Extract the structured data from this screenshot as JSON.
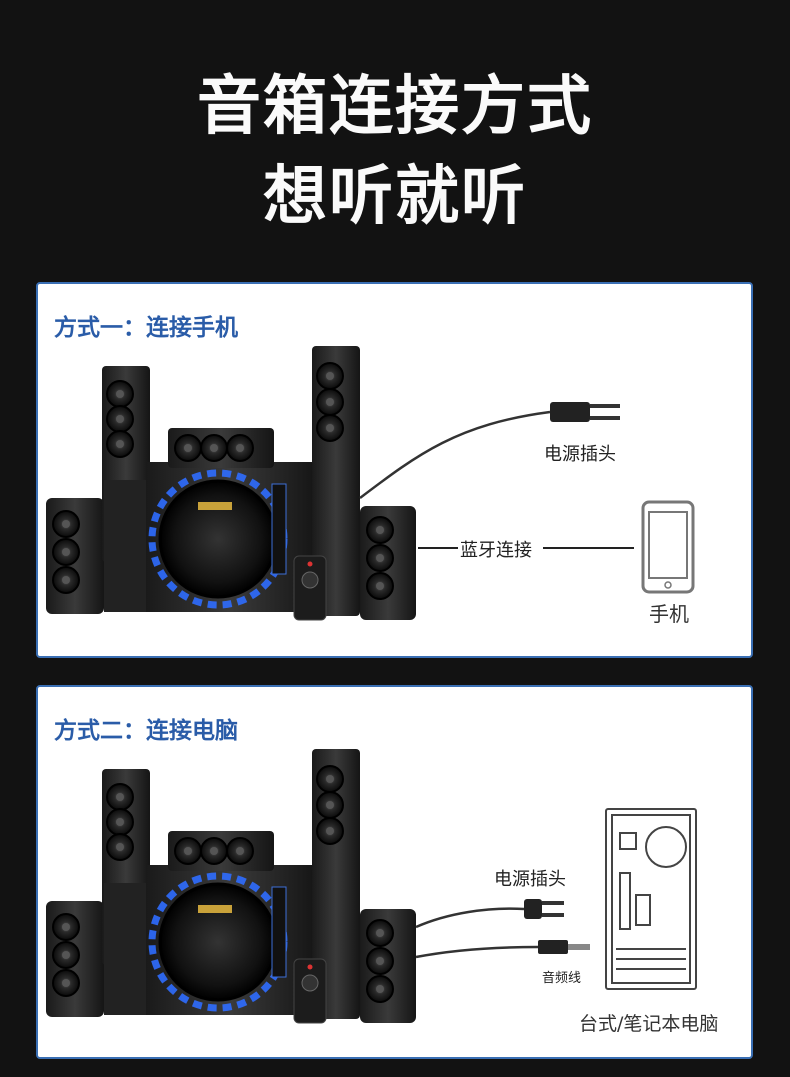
{
  "header": {
    "line1": "音箱连接方式",
    "line2": "想听就听"
  },
  "method1": {
    "title": "方式一：连接手机",
    "power_plug_label": "电源插头",
    "bluetooth_label": "蓝牙连接",
    "phone_label": "手机"
  },
  "method2": {
    "title": "方式二：连接电脑",
    "power_plug_label": "电源插头",
    "audio_cable_label": "音频线",
    "computer_label": "台式/笔记本电脑"
  },
  "colors": {
    "background": "#121212",
    "title_blue": "#2a5ca8",
    "panel_border": "#3a6fb4",
    "speaker_glow": "#2f6dff"
  }
}
